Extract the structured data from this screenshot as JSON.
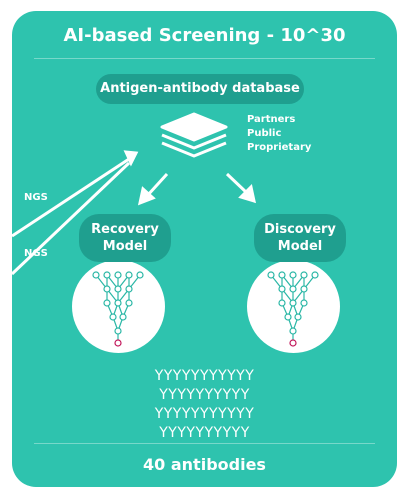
{
  "title": "AI-based Screening - 10^30",
  "database": {
    "label": "Antigen-antibody database",
    "sources": [
      "Partners",
      "Public",
      "Proprietary"
    ]
  },
  "ngs_labels": [
    "NGS",
    "NGS"
  ],
  "models": [
    {
      "line1": "Recovery",
      "line2": "Model"
    },
    {
      "line1": "Discovery",
      "line2": "Model"
    }
  ],
  "antibody_rows": [
    "YYYYYYYYYYY",
    "YYYYYYYYYY",
    "YYYYYYYYYYY",
    "YYYYYYYYYY"
  ],
  "result": "40 antibodies",
  "colors": {
    "background": "#2ec3ae",
    "pill": "#1f9f8f",
    "network": "#2bb7a6",
    "output_node": "#c2185b"
  }
}
